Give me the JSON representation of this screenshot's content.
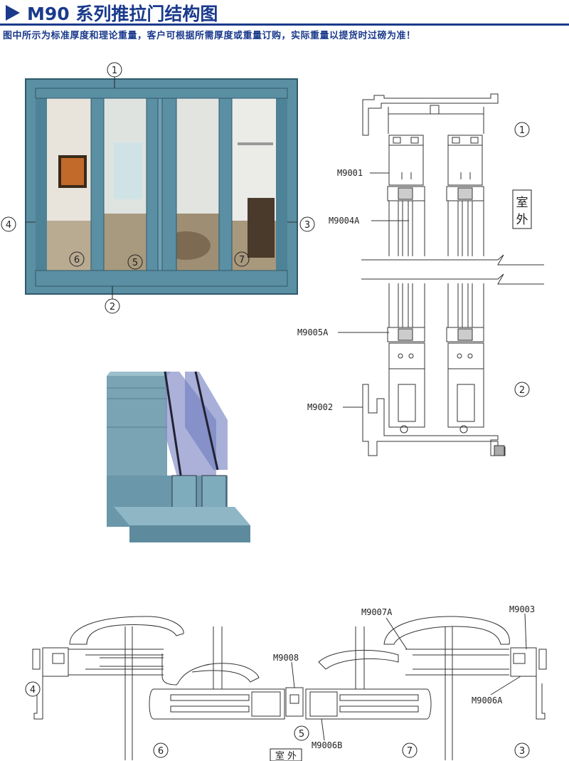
{
  "header": {
    "title": "M90 系列推拉门结构图",
    "subtitle": "图中所示为标准厚度和理论重量，客户可根据所需厚度或重量订购，实际重量以提货时过磅为准！"
  },
  "callouts": {
    "n1": "1",
    "n2": "2",
    "n3": "3",
    "n4": "4",
    "n5": "5",
    "n6": "6",
    "n7": "7"
  },
  "profiles": {
    "m9001": "M9001",
    "m9004a": "M9004A",
    "m9005a": "M9005A",
    "m9002": "M9002",
    "m9007a": "M9007A",
    "m9003": "M9003",
    "m9008": "M9008",
    "m9006a": "M9006A",
    "m9006b": "M9006B"
  },
  "labels": {
    "outdoor_vertical_1": "室",
    "outdoor_vertical_2": "外",
    "outdoor_horizontal": "室 外"
  },
  "colors": {
    "brand_blue": "#1a3a8c",
    "frame_teal": "#5b8fa3",
    "line": "#333333"
  },
  "icons": {
    "header_marker": "triangle-right-icon"
  }
}
